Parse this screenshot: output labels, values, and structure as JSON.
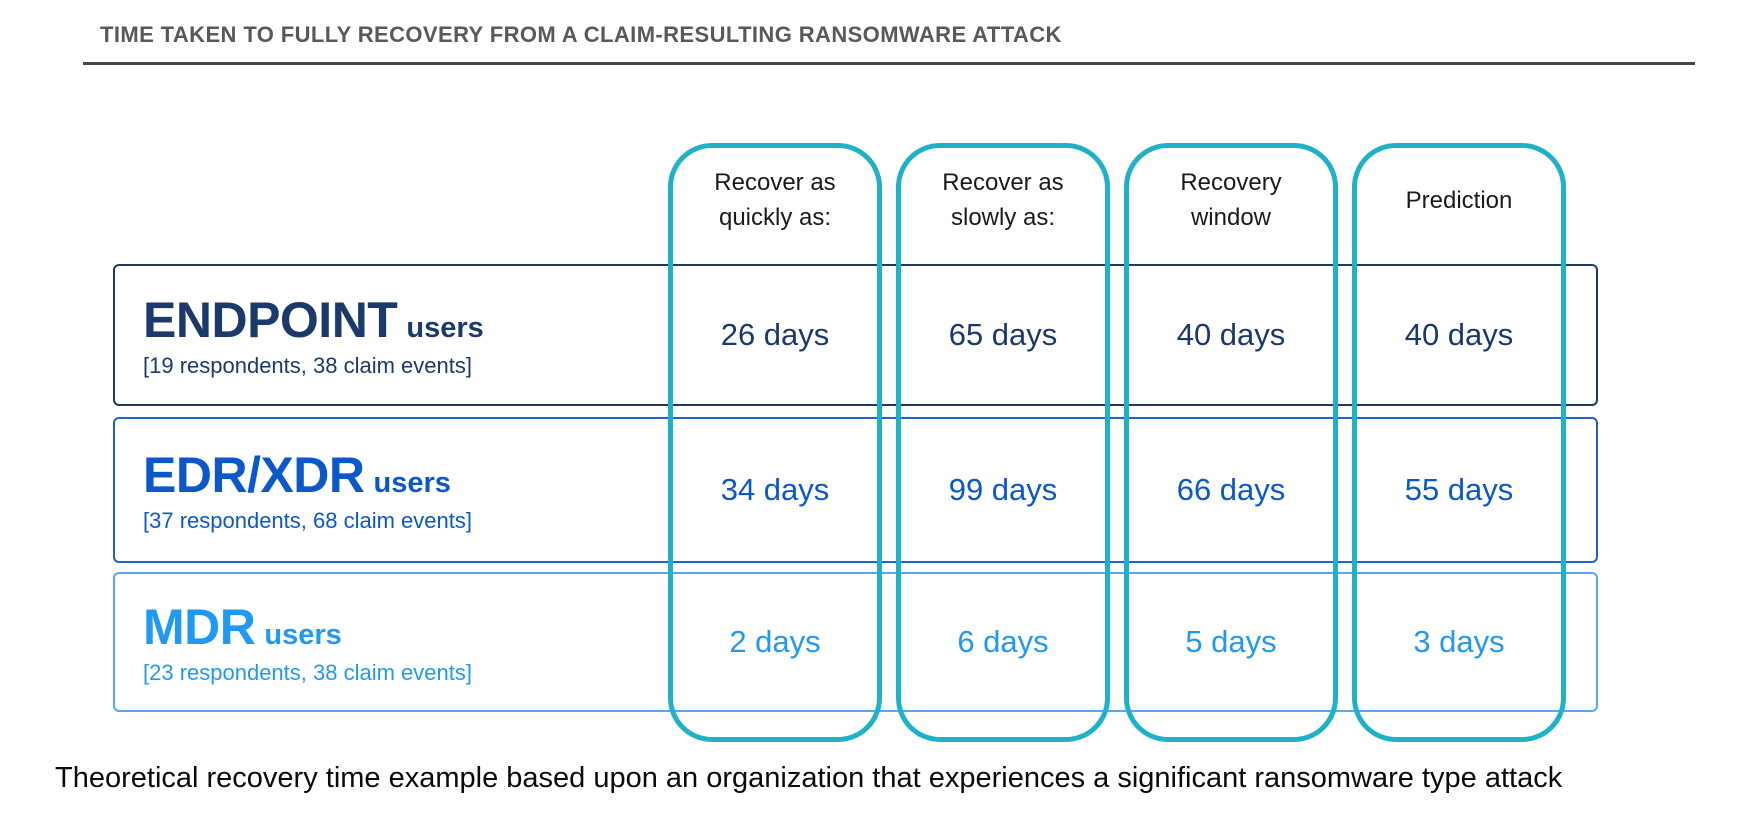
{
  "title": "TIME TAKEN TO FULLY RECOVERY FROM A CLAIM-RESULTING RANSOMWARE ATTACK",
  "columns": [
    {
      "line1": "Recover as",
      "line2": "quickly as:"
    },
    {
      "line1": "Recover as",
      "line2": "slowly as:"
    },
    {
      "line1": "Recovery",
      "line2": "window"
    },
    {
      "line1": "Prediction",
      "line2": ""
    }
  ],
  "rows": [
    {
      "name": "ENDPOINT",
      "suffix": "users",
      "detail": "[19 respondents, 38 claim events]",
      "color": "#1B3A6B",
      "border_color": "#1F3864",
      "values": [
        "26 days",
        "65 days",
        "40 days",
        "40 days"
      ]
    },
    {
      "name": "EDR/XDR",
      "suffix": "users",
      "detail": "[37 respondents, 68 claim events]",
      "color": "#0A58CA",
      "border_color": "#2163C9",
      "values": [
        "34 days",
        "99 days",
        "66 days",
        "55 days"
      ]
    },
    {
      "name": "MDR",
      "suffix": "users",
      "detail": "[23 respondents, 38 claim events]",
      "color": "#2199F2",
      "border_color": "#5AA7EE",
      "values": [
        "2 days",
        "6 days",
        "5 days",
        "3 days"
      ]
    }
  ],
  "footnote": "Theoretical recovery time example based upon an organization that experiences a significant ransomware type attack",
  "colors": {
    "accent_teal": "#1FB1C7",
    "title_gray": "#595959",
    "header_text": "#1A1A1A",
    "footnote_text": "#0B0B0B"
  },
  "chart_data": {
    "type": "table",
    "title": "TIME TAKEN TO FULLY RECOVERY FROM A CLAIM-RESULTING RANSOMWARE ATTACK",
    "columns": [
      "Recover as quickly as:",
      "Recover as slowly as:",
      "Recovery window",
      "Prediction"
    ],
    "rows": [
      {
        "group": "ENDPOINT users",
        "note": "[19 respondents, 38 claim events]",
        "recover_as_quickly_as_days": 26,
        "recover_as_slowly_as_days": 65,
        "recovery_window_days": 40,
        "prediction_days": 40
      },
      {
        "group": "EDR/XDR users",
        "note": "[37 respondents, 68 claim events]",
        "recover_as_quickly_as_days": 34,
        "recover_as_slowly_as_days": 99,
        "recovery_window_days": 66,
        "prediction_days": 55
      },
      {
        "group": "MDR users",
        "note": "[23 respondents, 38 claim events]",
        "recover_as_quickly_as_days": 2,
        "recover_as_slowly_as_days": 6,
        "recovery_window_days": 5,
        "prediction_days": 3
      }
    ],
    "footnote": "Theoretical recovery time example based upon an organization that experiences a significant ransomware type attack",
    "layout_hints": {
      "grid": false,
      "legend": "none",
      "unit": "days"
    }
  }
}
